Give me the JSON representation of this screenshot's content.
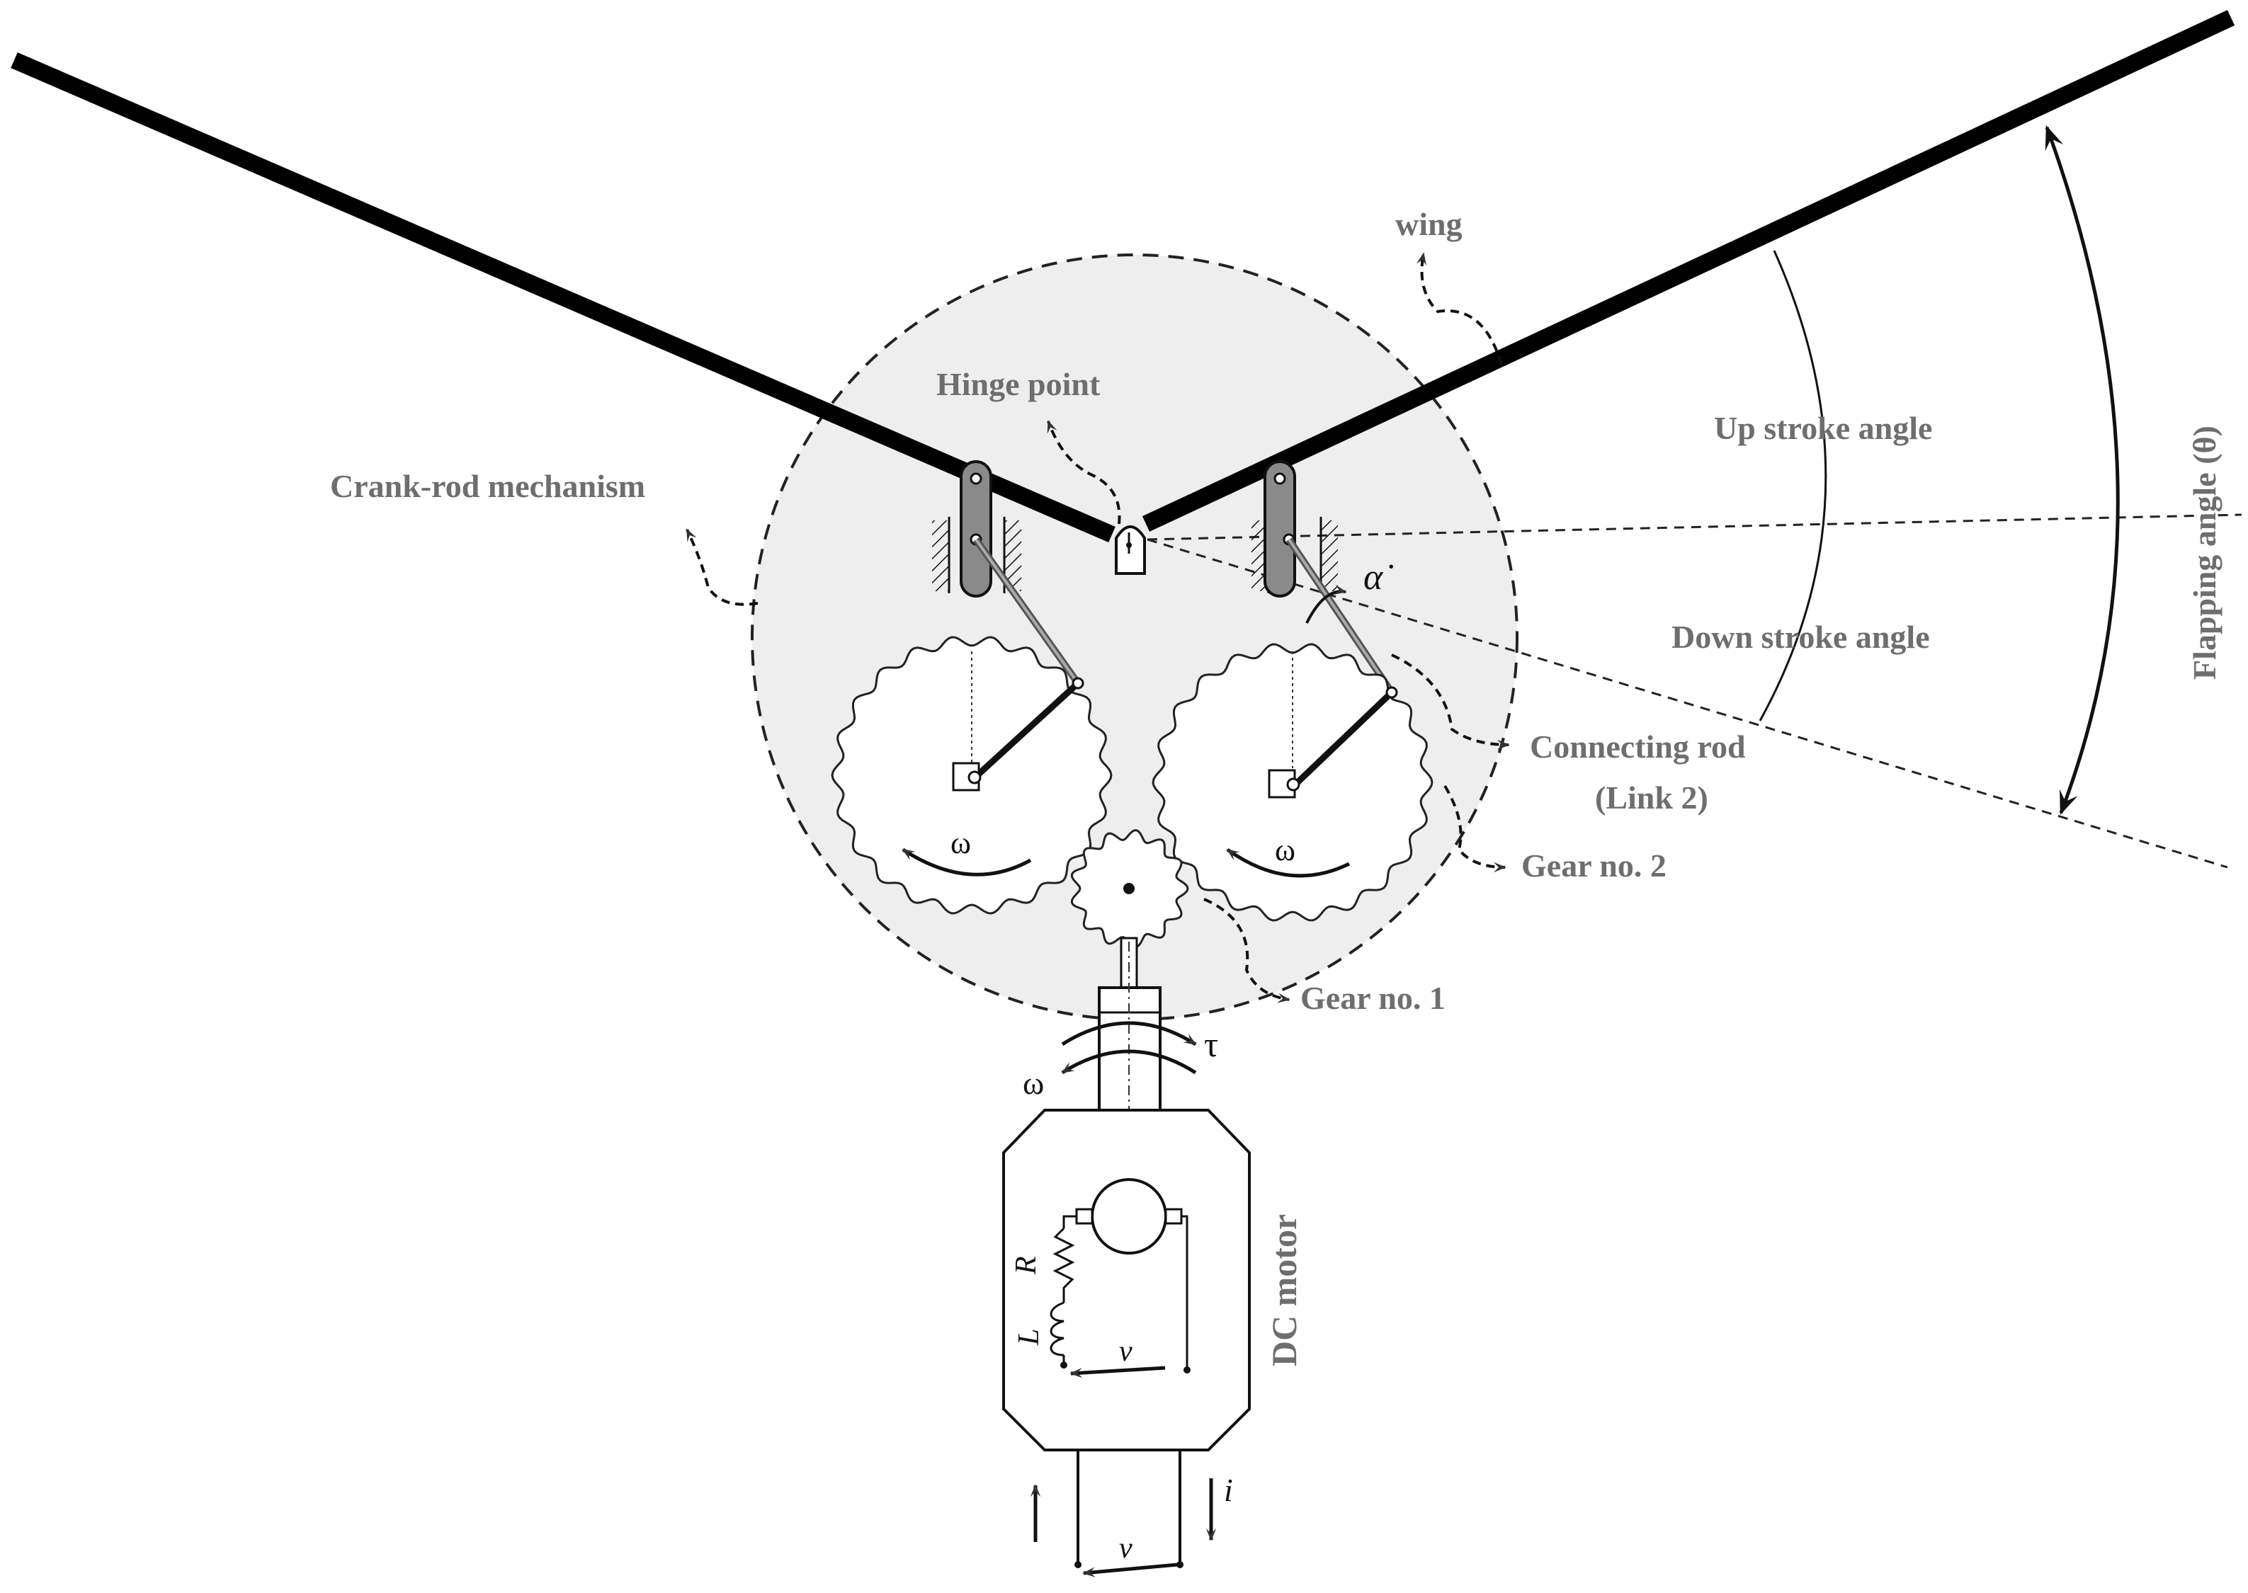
{
  "labels": {
    "wing": "wing",
    "hinge_point": "Hinge point",
    "crank_rod": "Crank-rod mechanism",
    "up_stroke": "Up stroke angle",
    "down_stroke": "Down stroke angle",
    "flapping_angle": "Flapping angle (θ)",
    "connecting_rod": "Connecting rod",
    "link2": "(Link 2)",
    "gear2": "Gear no. 2",
    "gear1": "Gear no. 1",
    "dc_motor": "DC motor"
  },
  "symbols": {
    "alpha_dot": "α̇",
    "omega_left": "ω",
    "omega_right": "ω",
    "omega_shaft": "ω",
    "tau": "τ",
    "R": "R",
    "L": "L",
    "v_inner": "v",
    "i": "i",
    "v_outer": "v"
  },
  "colors": {
    "label_gray": "#6e6e6e",
    "stroke": "#111111",
    "housing_fill": "#eeeeee",
    "rail_fill": "#8a8a8a"
  }
}
